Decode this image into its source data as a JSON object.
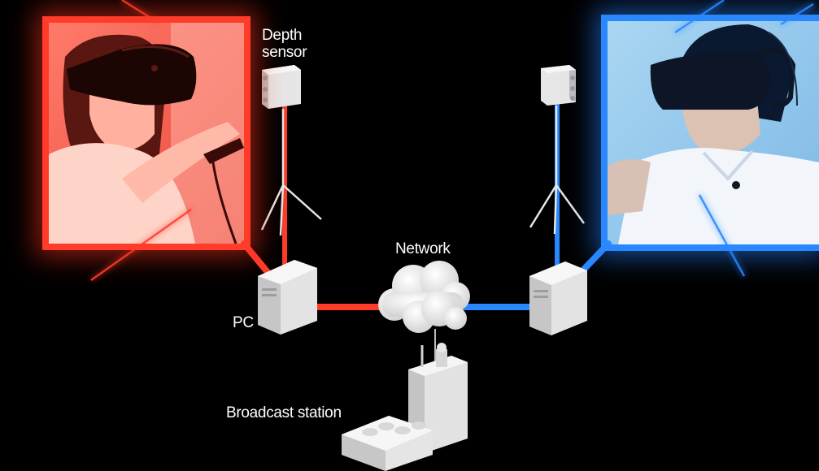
{
  "labels": {
    "depth_sensor_line1": "Depth",
    "depth_sensor_line2": "sensor",
    "network": "Network",
    "pc": "PC",
    "broadcast_station": "Broadcast station"
  },
  "colors": {
    "left_user": "#ff3b2a",
    "right_user": "#2a88ff",
    "equipment": "#e6e6e6",
    "background": "#000000"
  },
  "scene": {
    "left_photo": "woman wearing VR headset with controller (red tint)",
    "right_photo": "man wearing VR headset (blue tint)"
  }
}
